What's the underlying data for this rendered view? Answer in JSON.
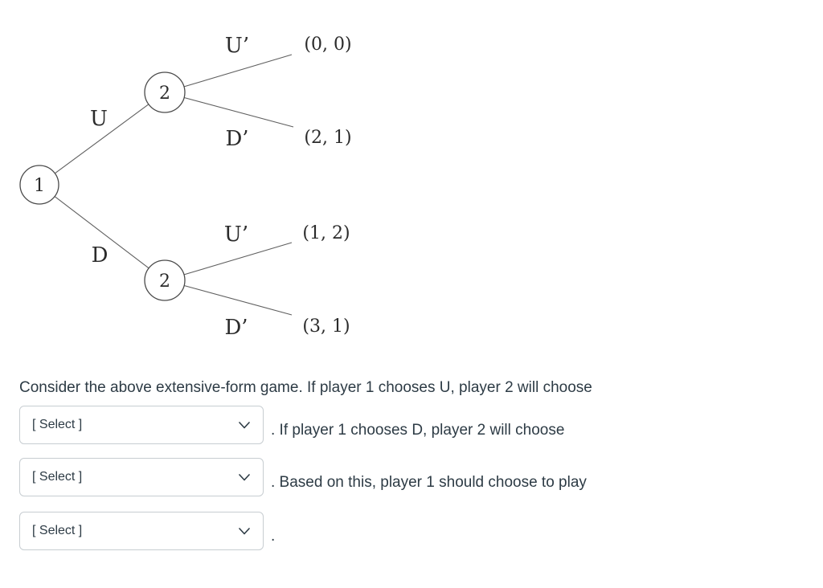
{
  "colors": {
    "page_background": "#ffffff",
    "tree_line": "#5f5f5f",
    "tree_text": "#2b2b2b",
    "question_text": "#2d3b45",
    "select_border": "#c7cdd1",
    "select_text": "#2d3b45"
  },
  "tree": {
    "nodes": [
      {
        "player": "1",
        "label": "1"
      },
      {
        "player": "2",
        "label": "2"
      },
      {
        "player": "2",
        "label": "2"
      }
    ],
    "edge_labels": [
      {
        "text": "U"
      },
      {
        "text": "D"
      },
      {
        "text": "U’"
      },
      {
        "text": "D’"
      },
      {
        "text": "U’"
      },
      {
        "text": "D’"
      }
    ],
    "payoffs": [
      {
        "text": "(0, 0)"
      },
      {
        "text": "(2, 1)"
      },
      {
        "text": "(1, 2)"
      },
      {
        "text": "(3, 1)"
      }
    ]
  },
  "question": {
    "intro": "Consider the above extensive-form game. If player 1 chooses U, player 2 will choose",
    "after_select_1": ". If player 1 chooses D, player 2 will choose",
    "after_select_2": ". Based on this, player 1 should choose to play",
    "after_select_3": ".",
    "selects": [
      {
        "value": "[ Select ]"
      },
      {
        "value": "[ Select ]"
      },
      {
        "value": "[ Select ]"
      }
    ]
  }
}
